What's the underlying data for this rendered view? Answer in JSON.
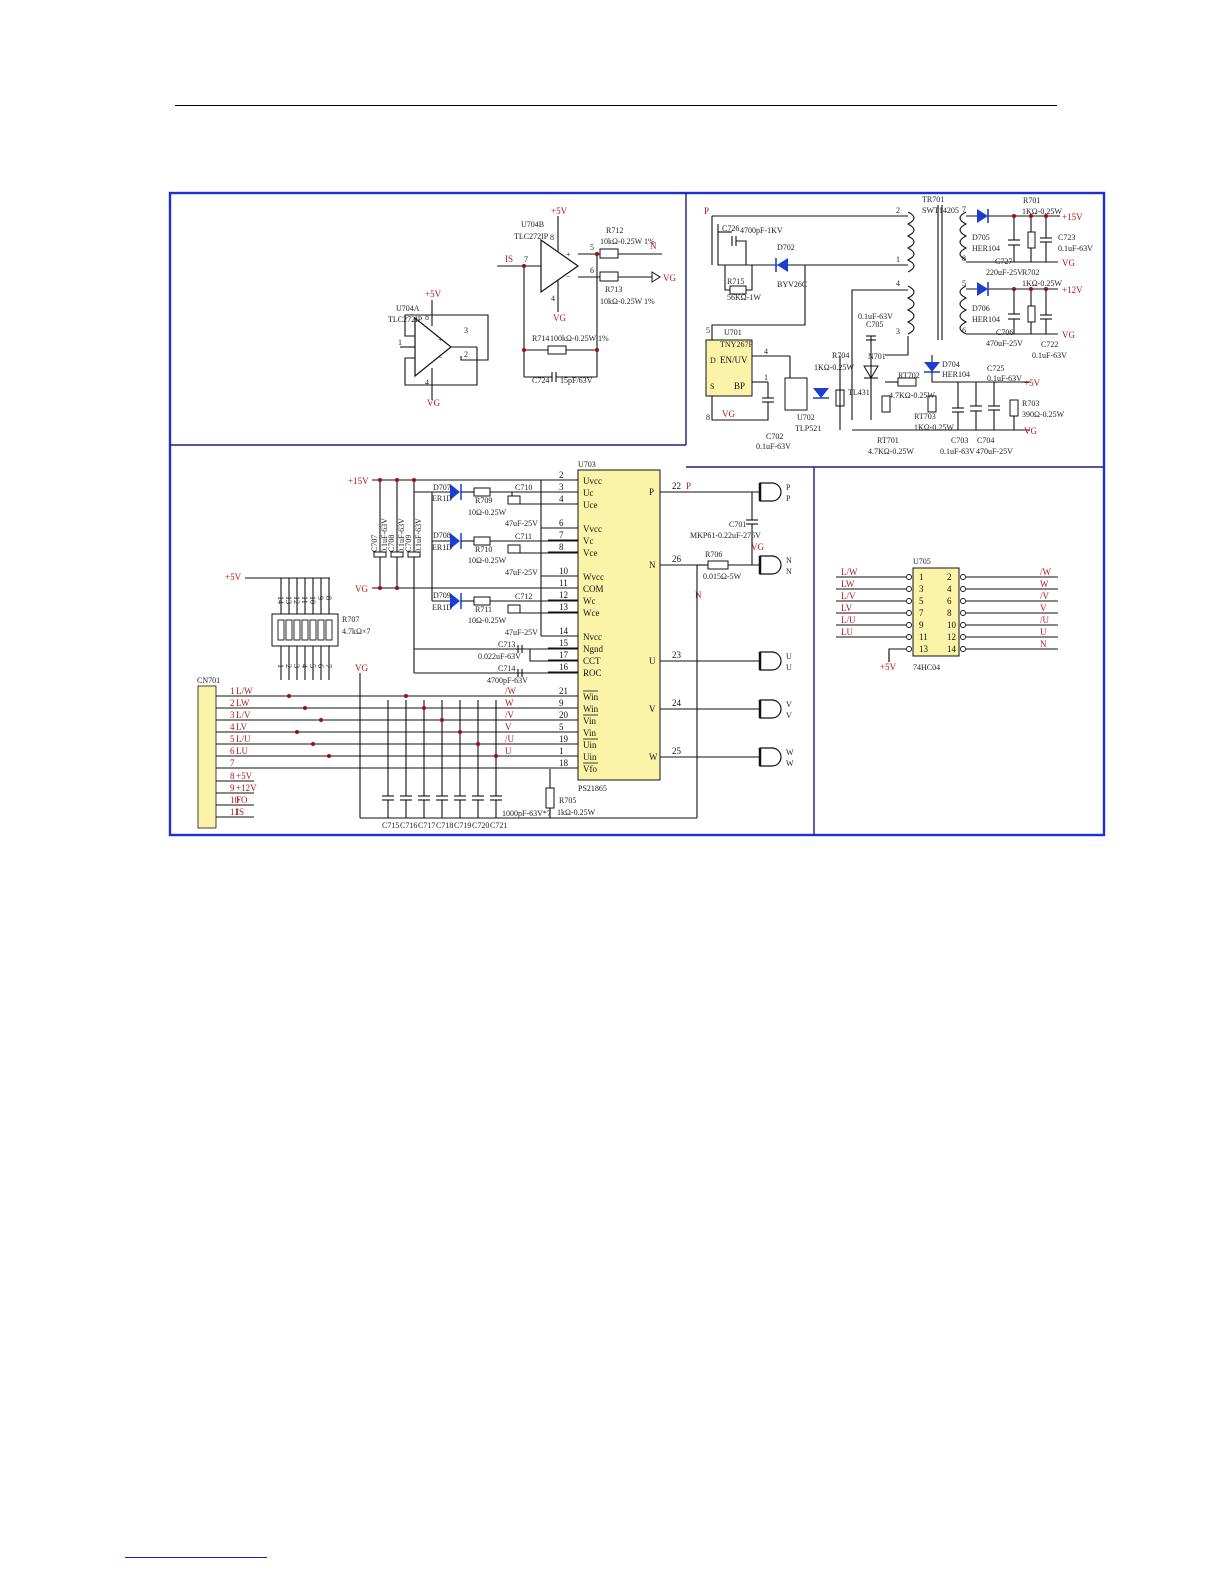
{
  "colors": {
    "frame": "#1f2fd6",
    "wire": "#1e1e7a",
    "net_label": "#b01818",
    "ic_fill": "#fbf4a8",
    "diode": "#1a3fd0",
    "footer_line": "#1a1ad0"
  },
  "opamps": {
    "u704a": {
      "ref": "U704A",
      "part": "TLC272IP",
      "supply_pos": "+5V",
      "supply_neg": "VG",
      "pins": [
        "8",
        "3",
        "2",
        "1",
        "4"
      ]
    },
    "u704b": {
      "ref": "U704B",
      "part": "TLC272IP",
      "supply_pos": "+5V",
      "supply_neg": "VG",
      "input_net": "IS",
      "pins": [
        "8",
        "7",
        "5",
        "6",
        "4"
      ],
      "r712": {
        "ref": "R712",
        "value": "10kΩ-0.25W 1%",
        "net": "N"
      },
      "r713": {
        "ref": "R713",
        "value": "10kΩ-0.25W 1%",
        "net": "VG"
      },
      "r714": {
        "ref": "R714",
        "value": "100kΩ-0.25W 1%"
      },
      "c724": {
        "ref": "C724",
        "value": "15pF/63V"
      }
    }
  },
  "power_supply": {
    "input_net": "P",
    "c726": {
      "ref": "C726",
      "value": "4700pF-1KV"
    },
    "r715": {
      "ref": "R715",
      "value": "56KΩ-1W"
    },
    "d702": {
      "ref": "D702",
      "value": "BYV26C"
    },
    "u701": {
      "ref": "U701",
      "part": "TNY267P",
      "pin_enuv": "EN/UV",
      "pin_bp": "BP",
      "pin_d": "D",
      "pin_s": "S",
      "gnd": "VG",
      "pins": [
        "5",
        "4",
        "1",
        "8"
      ]
    },
    "c702": {
      "ref": "C702",
      "value": "0.1uF-63V"
    },
    "u702": {
      "ref": "U702",
      "part": "TLP521"
    },
    "tr701": {
      "ref": "TR701",
      "part": "SWT14205",
      "pins": [
        "2",
        "1",
        "4",
        "3",
        "7",
        "8",
        "5",
        "6"
      ]
    },
    "d705": {
      "ref": "D705",
      "part": "HER104"
    },
    "d706": {
      "ref": "D706",
      "part": "HER104"
    },
    "d704": {
      "ref": "D704",
      "part": "HER104"
    },
    "r701": {
      "ref": "R701",
      "value": "1KΩ-0.25W"
    },
    "r702": {
      "ref": "R702",
      "value": "1KΩ-0.25W"
    },
    "c723": {
      "ref": "C723",
      "value": "0.1uF-63V"
    },
    "c727": {
      "ref": "C727",
      "value": "220uF-25V"
    },
    "c706": {
      "ref": "C706",
      "value": "470uF-25V"
    },
    "c722": {
      "ref": "C722",
      "value": "0.1uF-63V"
    },
    "c705": {
      "ref": "C705",
      "value": "0.1uF-63V"
    },
    "r704": {
      "ref": "R704",
      "value": "1KΩ-0.25W"
    },
    "n701": {
      "ref": "N701",
      "part": "TL431"
    },
    "rt702": {
      "ref": "RT702",
      "value": "4.7KΩ-0.25W"
    },
    "rt703": {
      "ref": "RT703",
      "value": "1KΩ-0.25W"
    },
    "rt701": {
      "ref": "RT701",
      "value": "4.7KΩ-0.25W"
    },
    "c725": {
      "ref": "C725",
      "value": "0.1uF-63V"
    },
    "r703": {
      "ref": "R703",
      "value": "390Ω-0.25W"
    },
    "c703": {
      "ref": "C703",
      "value": "0.1uF-63V"
    },
    "c704": {
      "ref": "C704",
      "value": "470uF-25V"
    },
    "rails": [
      "+15V",
      "VG",
      "+12V",
      "VG",
      "+5V",
      "VG"
    ]
  },
  "ipm": {
    "ref": "U703",
    "part": "PS21865",
    "left_pins": [
      {
        "num": "2",
        "name": "Uvcc"
      },
      {
        "num": "3",
        "name": "Uc"
      },
      {
        "num": "4",
        "name": "Uce"
      },
      {
        "num": "6",
        "name": "Vvcc"
      },
      {
        "num": "7",
        "name": "Vc"
      },
      {
        "num": "8",
        "name": "Vce"
      },
      {
        "num": "10",
        "name": "Wvcc"
      },
      {
        "num": "11",
        "name": "COM"
      },
      {
        "num": "12",
        "name": "Wc"
      },
      {
        "num": "13",
        "name": "Wce"
      },
      {
        "num": "14",
        "name": "Nvcc"
      },
      {
        "num": "15",
        "name": "Ngnd"
      },
      {
        "num": "17",
        "name": "CCT"
      },
      {
        "num": "16",
        "name": "ROC"
      },
      {
        "num": "21",
        "name": "Win"
      },
      {
        "num": "9",
        "name": "Win"
      },
      {
        "num": "20",
        "name": "Vin"
      },
      {
        "num": "5",
        "name": "Vin"
      },
      {
        "num": "19",
        "name": "Uin"
      },
      {
        "num": "1",
        "name": "Uin"
      },
      {
        "num": "18",
        "name": "Vfo"
      }
    ],
    "right_pins": [
      {
        "num": "22",
        "name": "P",
        "net": "P"
      },
      {
        "num": "26",
        "name": "N",
        "net": ""
      },
      {
        "num": "23",
        "name": "U",
        "net": ""
      },
      {
        "num": "24",
        "name": "V",
        "net": ""
      },
      {
        "num": "25",
        "name": "W",
        "net": ""
      }
    ],
    "input_nets": [
      "/W",
      "W",
      "/V",
      "V",
      "/U",
      "U"
    ]
  },
  "bootstrap": [
    {
      "diode": "D707",
      "dpart": "ER1D",
      "res": "R709",
      "rval": "10Ω-0.25W",
      "cap": "C710",
      "cval": "47uF-25V"
    },
    {
      "diode": "D708",
      "dpart": "ER1D",
      "res": "R710",
      "rval": "10Ω-0.25W",
      "cap": "C711",
      "cval": "47uF-25V"
    },
    {
      "diode": "D709",
      "dpart": "ER1D",
      "res": "R711",
      "rval": "10Ω-0.25W",
      "cap": "C712",
      "cval": "47uF-25V"
    }
  ],
  "decoupling": {
    "rail_15": "+15V",
    "rail_vg": "VG",
    "caps": [
      {
        "ref": "C707",
        "value": "0.1uF-63V"
      },
      {
        "ref": "C708",
        "value": "0.1uF-63V"
      },
      {
        "ref": "C709",
        "value": "0.1uF-63V"
      }
    ]
  },
  "c713": {
    "ref": "C713",
    "value": "0.022uF-63V"
  },
  "c714": {
    "ref": "C714",
    "value": "4700pF-63V"
  },
  "c701": {
    "ref": "C701",
    "value": "MKP61-0.22uF-275V"
  },
  "r706": {
    "ref": "R706",
    "value": "0.015Ω-5W",
    "net_vg": "VG",
    "net_n": "N"
  },
  "r705": {
    "ref": "R705",
    "value": "1kΩ-0.25W"
  },
  "filter_caps": {
    "refs": [
      "C715",
      "C716",
      "C717",
      "C718",
      "C719",
      "C720",
      "C721"
    ],
    "value": "1000pF-63V*7"
  },
  "r707": {
    "ref": "R707",
    "value": "4.7kΩ×7",
    "supply": "+5V",
    "pins": [
      "14",
      "13",
      "12",
      "11",
      "10",
      "9",
      "8",
      "1",
      "2",
      "3",
      "4",
      "5",
      "6",
      "7"
    ]
  },
  "vg_label": "VG",
  "cn701": {
    "ref": "CN701",
    "pins": [
      {
        "num": "1",
        "net": "L/W"
      },
      {
        "num": "2",
        "net": "LW"
      },
      {
        "num": "3",
        "net": "L/V"
      },
      {
        "num": "4",
        "net": "LV"
      },
      {
        "num": "5",
        "net": "L/U"
      },
      {
        "num": "6",
        "net": "LU"
      },
      {
        "num": "7",
        "net": ""
      },
      {
        "num": "8",
        "net": "+5V"
      },
      {
        "num": "9",
        "net": "+12V"
      },
      {
        "num": "10",
        "net": "FO"
      },
      {
        "num": "11",
        "net": "IS"
      }
    ]
  },
  "terminals": [
    {
      "n1": "P",
      "n2": "P"
    },
    {
      "n1": "N",
      "n2": "N"
    },
    {
      "n1": "U",
      "n2": "U"
    },
    {
      "n1": "V",
      "n2": "V"
    },
    {
      "n1": "W",
      "n2": "W"
    }
  ],
  "u705": {
    "ref": "U705",
    "part": "74HC04",
    "supply": "+5V",
    "inputs": [
      "L/W",
      "LW",
      "L/V",
      "LV",
      "L/U",
      "LU"
    ],
    "outputs": [
      "/W",
      "W",
      "/V",
      "V",
      "/U",
      "U",
      "N"
    ],
    "left_nums": [
      "1",
      "3",
      "5",
      "7",
      "9",
      "11",
      "13"
    ],
    "right_nums": [
      "2",
      "4",
      "6",
      "8",
      "10",
      "12",
      "14"
    ]
  }
}
